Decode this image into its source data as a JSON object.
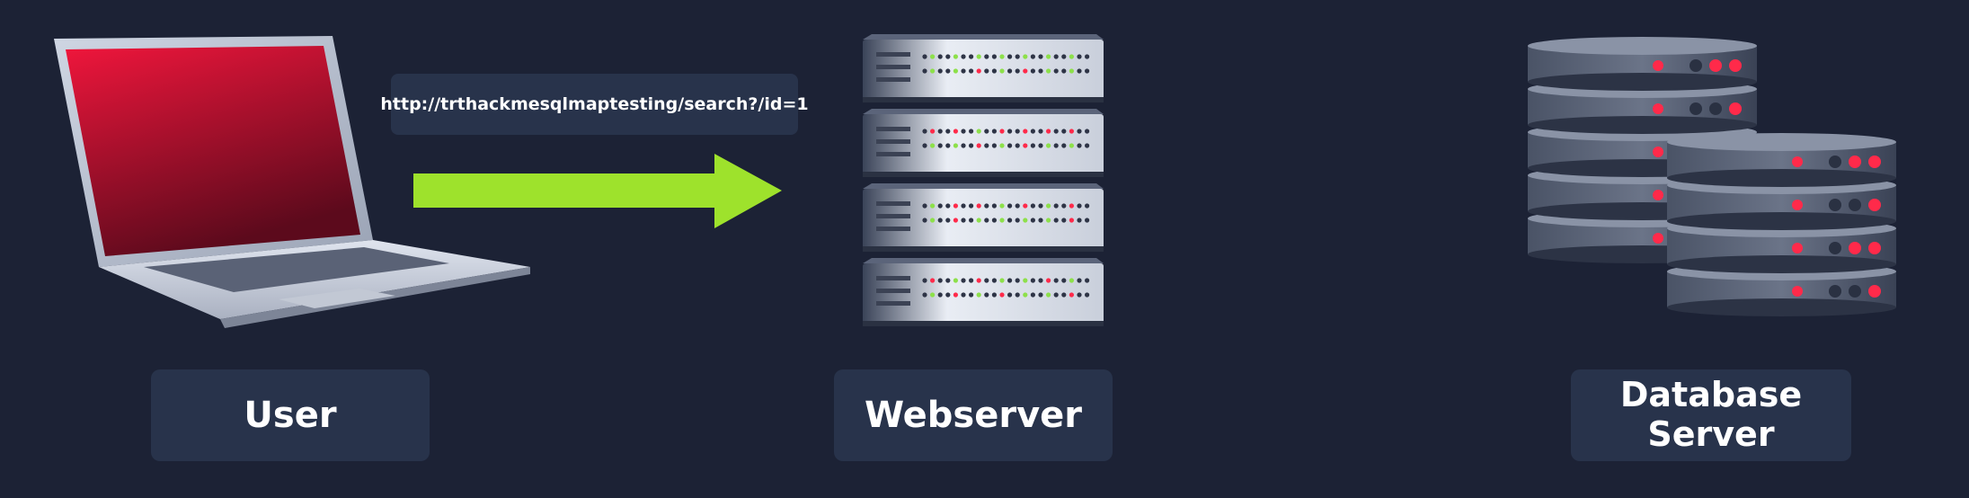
{
  "request": {
    "url": "http://trthackmesqlmaptesting/search?/id=1",
    "arrow_color": "#9ee22c"
  },
  "nodes": {
    "user": {
      "label": "User",
      "icon": "laptop-icon"
    },
    "webserver": {
      "label": "Webserver",
      "icon": "server-rack-icon"
    },
    "database": {
      "label_line1": "Database",
      "label_line2": "Server",
      "icon": "database-icon"
    }
  },
  "colors": {
    "background": "#1c2235",
    "label_bg": "#28334b",
    "led_red": "#ff2a4a",
    "led_green": "#8de04a",
    "screen_top": "#e8163a",
    "screen_bottom": "#6e0a1e"
  }
}
